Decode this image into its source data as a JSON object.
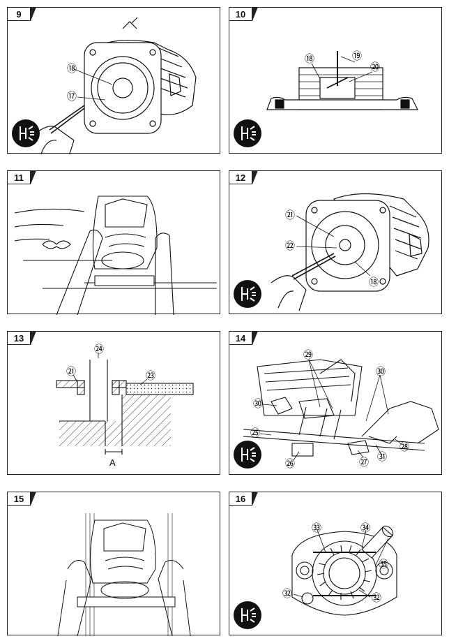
{
  "figures": [
    {
      "number": "9",
      "callouts": [
        "⑱",
        "⑰"
      ]
    },
    {
      "number": "10",
      "callouts": [
        "⑱",
        "⑲",
        "⑳"
      ]
    },
    {
      "number": "11",
      "callouts": []
    },
    {
      "number": "12",
      "callouts": [
        "㉑",
        "㉒",
        "⑱"
      ]
    },
    {
      "number": "13",
      "callouts": [
        "㉔",
        "㉑",
        "㉓"
      ],
      "dimension_label": "A"
    },
    {
      "number": "14",
      "callouts": [
        "㉙",
        "㉚",
        "㉚",
        "㉕",
        "㉖",
        "㉗",
        "㉛",
        "㉘"
      ]
    },
    {
      "number": "15",
      "callouts": []
    },
    {
      "number": "16",
      "callouts": [
        "㉝",
        "㉞",
        "㉟",
        "㉜",
        "㉜"
      ]
    }
  ],
  "icons": {
    "unplug": "unplug-warning-icon"
  }
}
